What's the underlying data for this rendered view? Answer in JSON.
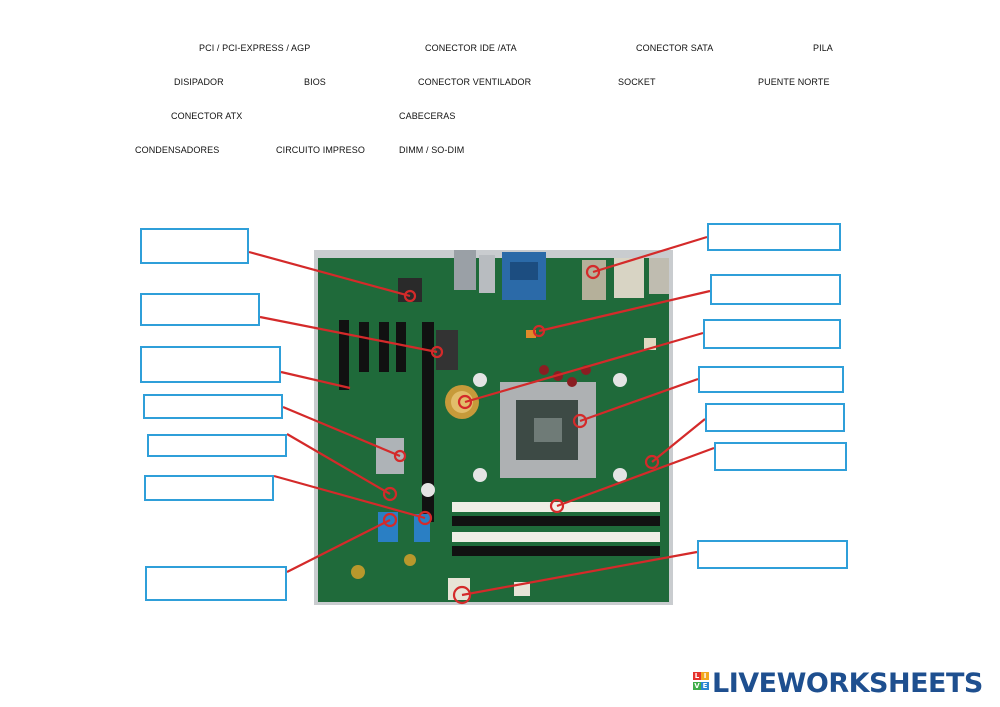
{
  "word_bank": [
    "PCI / PCI-EXPRESS / AGP",
    "CONECTOR IDE /ATA",
    "CONECTOR SATA",
    "PILA",
    "DISIPADOR",
    "BIOS",
    "CONECTOR VENTILADOR",
    "SOCKET",
    "PUENTE NORTE",
    "CONECTOR ATX",
    "CABECERAS",
    "CONDENSADORES",
    "CIRCUITO IMPRESO",
    "DIMM / SO-DIM"
  ],
  "answer_box_count": 14,
  "colors": {
    "box_border": "#2f9fd9",
    "leader_line": "#d42a2a",
    "board_pcb": "#1f6a3a",
    "logo_blue": "#1e4f8f"
  },
  "brand": {
    "logo_text": "LIVEWORKSHEETS",
    "logo_badge_letters": [
      "L",
      "I",
      "V",
      "E"
    ]
  }
}
